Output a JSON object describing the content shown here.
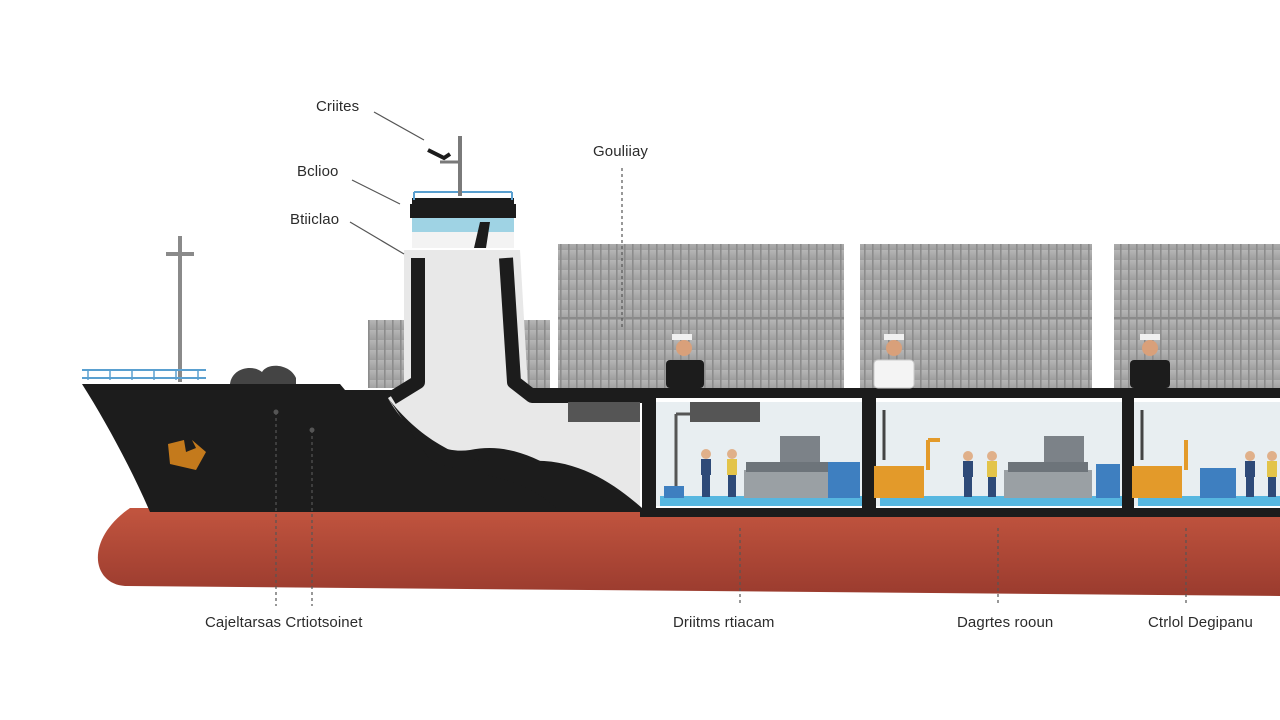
{
  "labels": {
    "top_left_1": "Criites",
    "top_left_2": "Bclioo",
    "top_left_3": "Btiiclao",
    "top_middle": "Gouliiay",
    "bottom_1": "Cajeltarsas Crtiotsoinet",
    "bottom_2": "Driitms rtiacam",
    "bottom_3": "Dagrtes rooun",
    "bottom_4": "Ctrlol Degipanu"
  },
  "colors": {
    "hull_upper": "#1c1c1c",
    "hull_lower": "#b0493a",
    "containers": "#a9a9a9",
    "superstructure": "#ececec",
    "room_floor": "#e4ecef",
    "machine_orange": "#e39a2a",
    "machine_blue": "#3e7fc0",
    "railing": "#5aa0d0",
    "bow_emblem": "#c47a1c"
  },
  "icons": [
    "mast-icon",
    "radar-icon",
    "crew-icon",
    "worker-icon",
    "bow-emblem-icon"
  ]
}
